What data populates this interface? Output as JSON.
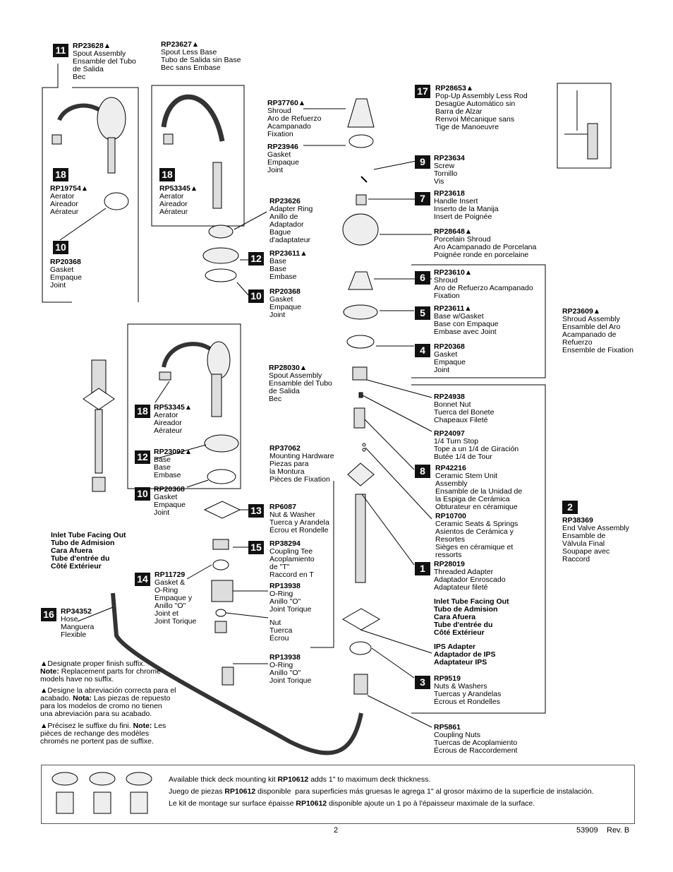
{
  "parts": [
    {
      "key": "p11",
      "num": "11",
      "code": "RP23628▲",
      "lines": "Spout Assembly\nEnsamble del Tubo\nde Salida\nBec"
    },
    {
      "key": "p_spoutless",
      "num": "",
      "code": "RP23627▲",
      "lines": "Spout Less Base\nTubo de Salida sin Base\nBec sans Embase"
    },
    {
      "key": "p_shroud1",
      "num": "",
      "code": "RP37760▲",
      "lines": "Shroud\nAro de Refuerzo\nAcampanado\nFixation"
    },
    {
      "key": "p_gasket1",
      "num": "",
      "code": "RP23946",
      "lines": "Gasket\nEmpaque\nJoint"
    },
    {
      "key": "p17",
      "num": "17",
      "code": "RP28653▲",
      "lines": "Pop-Up Assembly Less Rod\nDesagüe Automático sin\nBarra de Alzar\nRenvoi Mécanique sans\nTige de Manoeuvre"
    },
    {
      "key": "p9",
      "num": "9",
      "code": "RP23634",
      "lines": "Screw\nTornillo\nVis"
    },
    {
      "key": "p7",
      "num": "7",
      "code": "RP23618",
      "lines": "Handle Insert\nInserto de la Manija\nInsert de Poignée"
    },
    {
      "key": "p_porc",
      "num": "",
      "code": "RP28648▲",
      "lines": "Porcelain Shroud\nAro Acampanado de Porcelana\nPoignée ronde en porcelaine"
    },
    {
      "key": "p18a",
      "num": "18",
      "code": "RP19754▲",
      "lines": "Aerator\nAireador\nAérateur"
    },
    {
      "key": "p18b",
      "num": "18",
      "code": "RP53345▲",
      "lines": "Aerator\nAireador\nAérateur"
    },
    {
      "key": "p_adapter",
      "num": "",
      "code": "RP23626",
      "lines": "Adapter Ring\nAnillo de\nAdaptador\nBague\nd'adaptateur"
    },
    {
      "key": "p12a",
      "num": "12",
      "code": "RP23611▲",
      "lines": "Base\nBase\nEmbase"
    },
    {
      "key": "p10a",
      "num": "10",
      "code": "RP20368",
      "lines": "Gasket\nEmpaque\nJoint"
    },
    {
      "key": "p10b",
      "num": "10",
      "code": "RP20368",
      "lines": "Gasket\nEmpaque\nJoint"
    },
    {
      "key": "p6",
      "num": "6",
      "code": "RP23610▲",
      "lines": "Shroud\nAro de Refuerzo Acampanado\nFixation"
    },
    {
      "key": "p5",
      "num": "5",
      "code": "RP23611▲",
      "lines": "Base w/Gasket\nBase con Empaque\nEmbase avec Joint"
    },
    {
      "key": "p4",
      "num": "4",
      "code": "RP20368",
      "lines": "Gasket\nEmpaque\nJoint"
    },
    {
      "key": "p_shroudasm",
      "num": "",
      "code": "RP23609▲",
      "lines": "Shroud Assembly\nEnsamble del Aro\nAcampanado de\nRefuerzo\nEnsemble de Fixation"
    },
    {
      "key": "p_spout2",
      "num": "",
      "code": "RP28030▲",
      "lines": "Spout Assembly\nEnsamble del Tubo\nde Salida\nBec"
    },
    {
      "key": "p_bonnet",
      "num": "",
      "code": "RP24938",
      "lines": "Bonnet Nut\nTuerca del Bonete\nChapeaux Fileté"
    },
    {
      "key": "p_turnstop",
      "num": "",
      "code": "RP24097",
      "lines": "1/4 Turn Stop\nTope a un 1/4 de Giración\nButée 1/4 de Tour"
    },
    {
      "key": "p8",
      "num": "8",
      "code": "RP42216",
      "lines": "Ceramic Stem Unit\nAssembly\nEnsamble de la Unidad de\nla Espiga de Cerámica\nObturateur en céramique"
    },
    {
      "key": "p18c",
      "num": "18",
      "code": "RP53345▲",
      "lines": "Aerator\nAireador\nAérateur"
    },
    {
      "key": "p12b",
      "num": "12",
      "code": "RP23092▲",
      "lines": "Base\nBase\nEmbase"
    },
    {
      "key": "p10c",
      "num": "10",
      "code": "RP20368",
      "lines": "Gasket\nEmpaque\nJoint"
    },
    {
      "key": "p_mount",
      "num": "",
      "code": "RP37062",
      "lines": "Mounting Hardware\nPiezas para\nla Montura\nPièces de Fixation"
    },
    {
      "key": "p13",
      "num": "13",
      "code": "RP6087",
      "lines": "Nut & Washer\nTuerca y Arandela\nÉcrou et Rondelle"
    },
    {
      "key": "p15",
      "num": "15",
      "code": "RP38294",
      "lines": "Coupling Tee\nAcoplamiento\nde \"T\"\nRaccord en T"
    },
    {
      "key": "p14",
      "num": "14",
      "code": "RP11729",
      "lines": "Gasket &\nO-Ring\nEmpaque y\nAnillo \"O\"\nJoint et\nJoint Torique"
    },
    {
      "key": "p_oring1",
      "num": "",
      "code": "RP13938",
      "lines": "O-Ring\nAnillo \"O\"\nJoint Torique"
    },
    {
      "key": "p_nut",
      "num": "",
      "code": "",
      "lines": "Nut\nTuerca\nÉcrou"
    },
    {
      "key": "p_ceramic",
      "num": "",
      "code": "RP10700",
      "lines": "Ceramic Seats & Springs\nAsientos de Cerámica y\nResortes\nSièges en céramique et\nressorts"
    },
    {
      "key": "p2",
      "num": "2",
      "code": "RP38369",
      "lines": "End Valve Assembly\nEnsamble de\nVálvula Final\nSoupape avec\nRaccord"
    },
    {
      "key": "p1",
      "num": "1",
      "code": "RP28019",
      "lines": "Threaded Adapter\nAdaptador Enroscado\nAdaptateur fileté"
    },
    {
      "key": "p16",
      "num": "16",
      "code": "RP34352",
      "lines": "Hose\nManguera\nFlexible"
    },
    {
      "key": "p_oring2",
      "num": "",
      "code": "RP13938",
      "lines": "O-Ring\nAnillo \"O\"\nJoint Torique"
    },
    {
      "key": "p3",
      "num": "3",
      "code": "RP9519",
      "lines": "Nuts & Washers\nTuercas y Arandelas\nÉcrous et Rondelles"
    },
    {
      "key": "p_coupling",
      "num": "",
      "code": "RP5861",
      "lines": "Coupling Nuts\nTuercas de Acoplamiento\nÉcrous de Raccordement"
    }
  ],
  "notes": {
    "inlet_left": "Inlet Tube Facing Out\nTubo de Admision\nCara Afuera\nTube d'entrée du\nCôté Extérieur",
    "inlet_right": "Inlet Tube Facing Out\nTubo de Admision\nCara Afuera\nTube d'entrée du\nCôté Extérieur",
    "ips": "IPS Adapter\nAdaptador de IPS\nAdaptateur IPS",
    "suffix_en_a": "▲Designate proper finish suffix.",
    "suffix_en_b": "Note:",
    "suffix_en_c": " Replacement parts for chrome\nmodels have no suffix.",
    "suffix_es_a": "▲Designe la abreviación correcta para el\nacabado. ",
    "suffix_es_b": "Nota:",
    "suffix_es_c": " Las piezas de repuesto\npara los modelos de cromo no tienen\nuna abreviación para su acabado.",
    "suffix_fr_a": "▲Précisez le suffixe du fini. ",
    "suffix_fr_b": "Note:",
    "suffix_fr_c": " Les\npièces de rechange des modèles\nchromés ne portent pas de suffixe."
  },
  "kit": {
    "en_a": "Available thick deck mounting kit ",
    "en_code": "RP10612",
    "en_b": " adds 1\" to maximum deck thickness.",
    "es_a": "Juego de piezas ",
    "es_code": "RP10612",
    "es_b": " disponible  para superficies más gruesas le agrega 1\" al grosor máximo de la superficie de instalación.",
    "fr_a": "Le kit de montage sur surface épaisse ",
    "fr_code": "RP10612",
    "fr_b": " disponible ajoute un 1 po à l'épaisseur maximale de la surface."
  },
  "footer": {
    "page": "2",
    "doc": "53909",
    "rev": "Rev. B"
  }
}
